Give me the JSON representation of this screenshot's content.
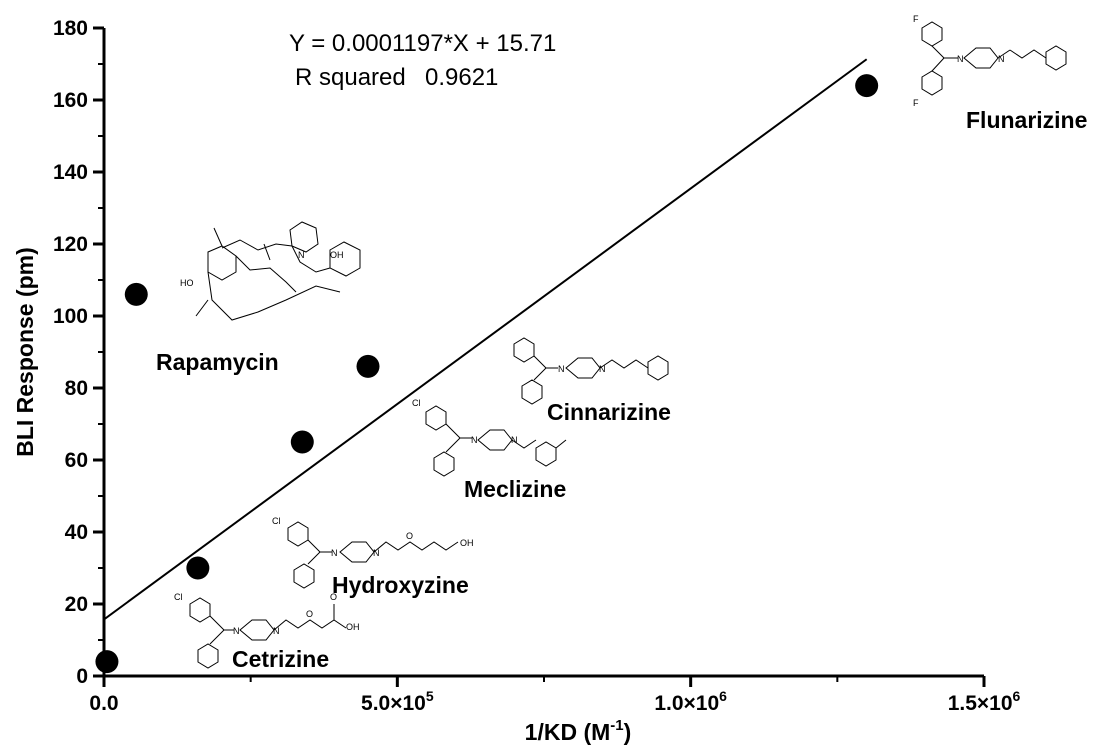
{
  "chart_data": {
    "type": "scatter",
    "xlabel": "1/KD (M",
    "xlabel_sup": "-1",
    "xlabel_end": ")",
    "ylabel": "BLI Response (pm)",
    "xlim": [
      0,
      1500000
    ],
    "ylim": [
      0,
      180
    ],
    "x_ticks": [
      {
        "value": 0,
        "label": "0.0"
      },
      {
        "value": 500000,
        "label": "5.0×10",
        "exp": "5"
      },
      {
        "value": 1000000,
        "label": "1.0×10",
        "exp": "6"
      },
      {
        "value": 1500000,
        "label": "1.5×10",
        "exp": "6"
      }
    ],
    "y_ticks": [
      0,
      20,
      40,
      60,
      80,
      100,
      120,
      140,
      160,
      180
    ],
    "y_tick_labels": [
      "0",
      "20",
      "40",
      "60",
      "80",
      "100",
      "120",
      "140",
      "160",
      "180"
    ],
    "points": [
      {
        "label": "Cetrizine",
        "x": 5000,
        "y": 4
      },
      {
        "label": "Hydroxyzine",
        "x": 160000,
        "y": 30
      },
      {
        "label": "Rapamycin",
        "x": 55000,
        "y": 106
      },
      {
        "label": "Meclizine",
        "x": 338000,
        "y": 65
      },
      {
        "label": "Cinnarizine",
        "x": 450000,
        "y": 86
      },
      {
        "label": "Flunarizine",
        "x": 1300000,
        "y": 164
      }
    ],
    "fit": {
      "slope": 0.0001197,
      "intercept": 15.71,
      "x_range": [
        0,
        1300000
      ]
    },
    "equation": "Y = 0.0001197*X + 15.71",
    "r_squared_label": "R squared",
    "r_squared_value": "0.9621",
    "grid": false,
    "legend": "none",
    "colors": {
      "marker": "#000000",
      "line": "#000000",
      "axis": "#000000"
    }
  },
  "atoms": {
    "F": "F",
    "N": "N",
    "Cl": "Cl",
    "O": "O",
    "OH": "OH",
    "HO": "HO"
  }
}
